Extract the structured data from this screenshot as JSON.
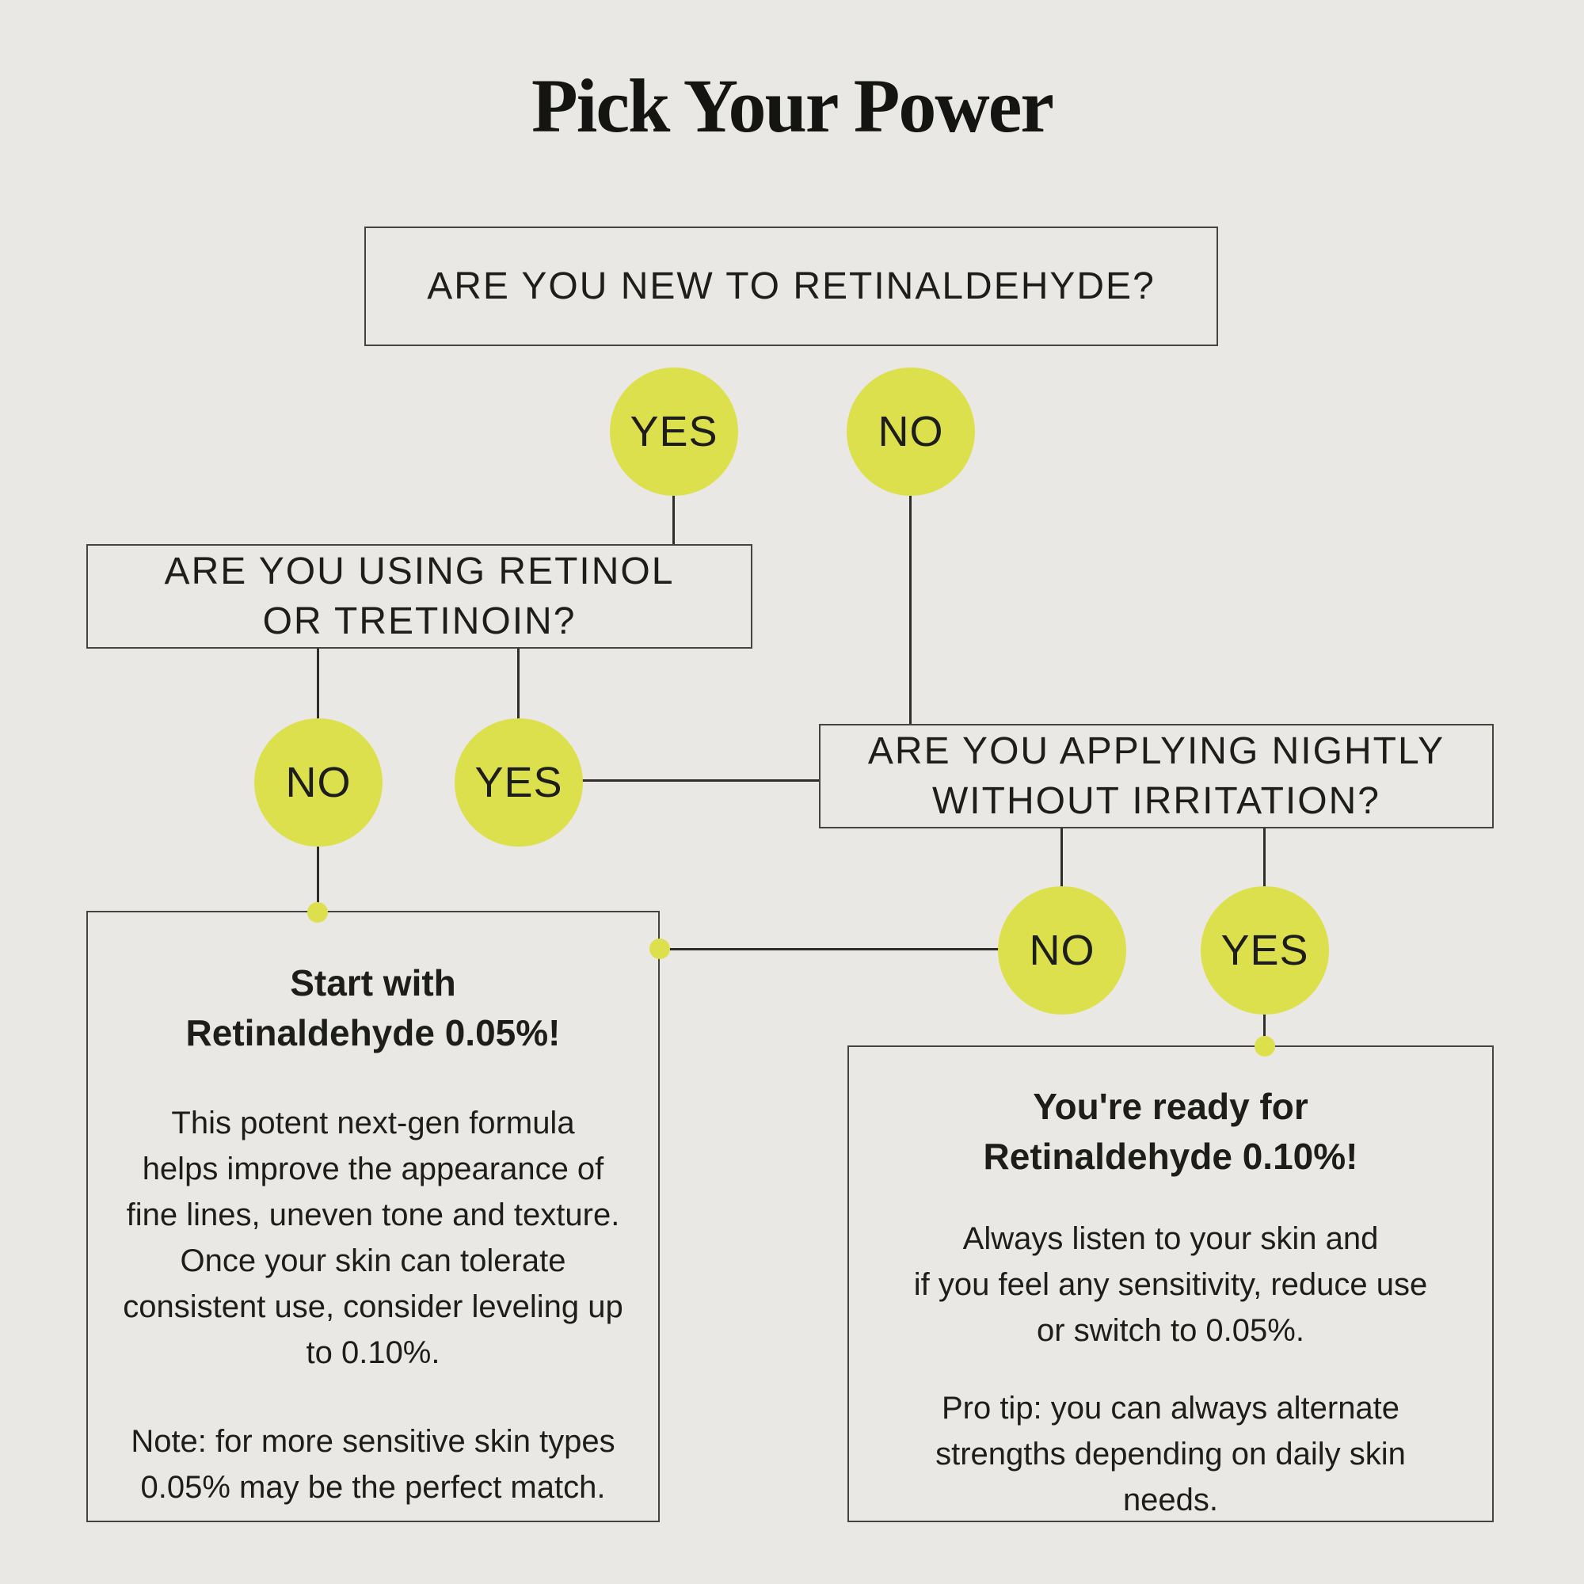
{
  "page": {
    "title": "Pick Your Power",
    "background": "#e9e8e4",
    "accent_yellow": "#dde04d",
    "line_color": "#2d2d2a",
    "border_color": "#45453f",
    "text_color": "#1d1d1b"
  },
  "questions": {
    "q1": "ARE YOU NEW TO RETINALDEHYDE?",
    "q2": "ARE YOU USING RETINOL\nOR TRETINOIN?",
    "q3": "ARE YOU APPLYING NIGHTLY\nWITHOUT IRRITATION?"
  },
  "answers": {
    "q1_yes": "YES",
    "q1_no": "NO",
    "q2_no": "NO",
    "q2_yes": "YES",
    "q3_no": "NO",
    "q3_yes": "YES"
  },
  "results": {
    "left": {
      "heading": "Start with\nRetinaldehyde 0.05%!",
      "para1": "This potent next-gen formula\nhelps improve the appearance of\nfine lines, uneven tone and texture.\nOnce your skin can tolerate\nconsistent use, consider leveling up\nto 0.10%.",
      "para2": "Note: for more sensitive skin types\n0.05% may be the perfect match."
    },
    "right": {
      "heading": "You're ready for\nRetinaldehyde 0.10%!",
      "para1": "Always listen to your skin and\nif you feel any sensitivity, reduce use\nor switch to 0.05%.",
      "para2": "Pro tip: you can always alternate\nstrengths depending on daily skin\nneeds."
    }
  }
}
